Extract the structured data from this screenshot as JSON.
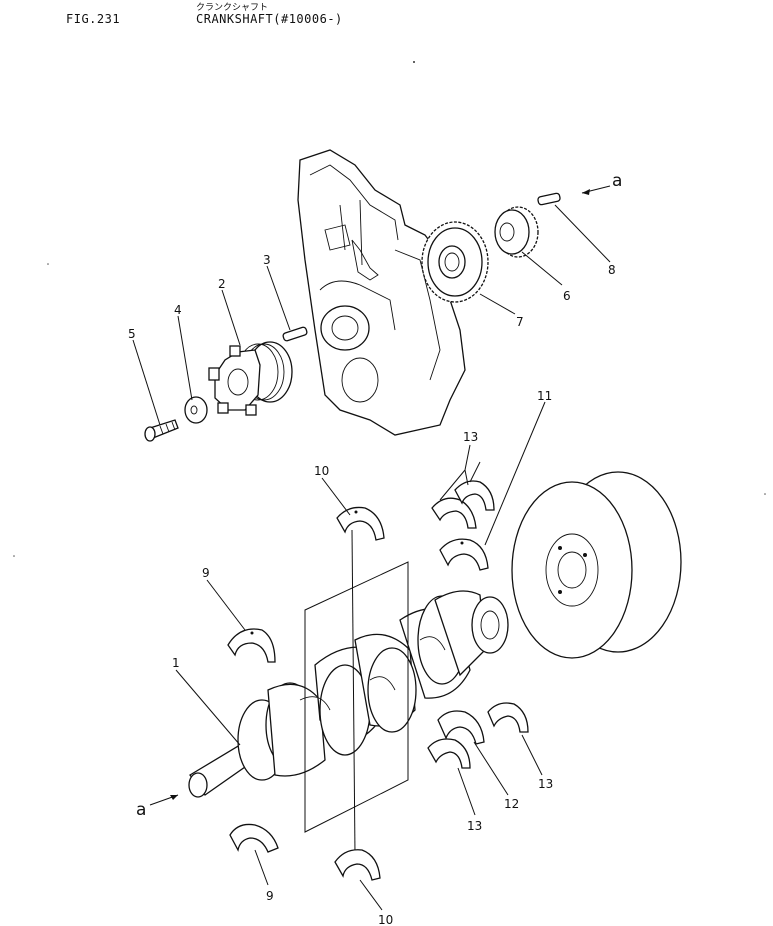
{
  "header": {
    "fig_number": "FIG.231",
    "title_jp": "クランクシャフト",
    "title": "CRANKSHAFT(#10006-)"
  },
  "callouts": {
    "c1": "1",
    "c2": "2",
    "c3": "3",
    "c4": "4",
    "c5": "5",
    "c6": "6",
    "c7": "7",
    "c8": "8",
    "c9a": "9",
    "c9b": "9",
    "c10a": "10",
    "c10b": "10",
    "c11": "11",
    "c12": "12",
    "c13a": "13",
    "c13b": "13",
    "c13c": "13",
    "ref_a_top": "a",
    "ref_a_bottom": "a"
  }
}
